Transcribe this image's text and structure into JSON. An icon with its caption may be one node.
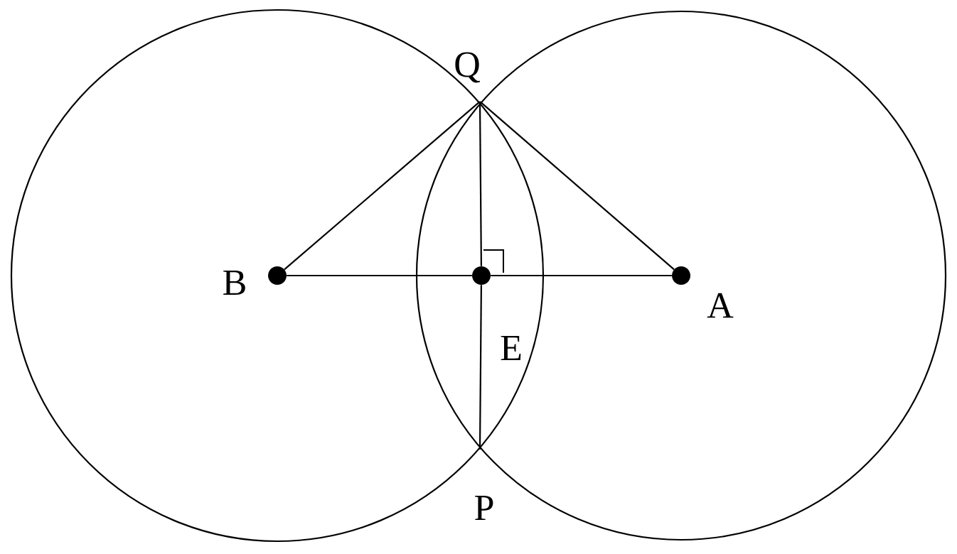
{
  "diagram": {
    "nodes": [
      {
        "text": [
          "Q"
        ]
      },
      {
        "text": [
          "B"
        ]
      },
      {
        "text": [
          "A"
        ]
      },
      {
        "text": [
          "E"
        ]
      },
      {
        "text": [
          "P"
        ]
      }
    ],
    "edges": [
      {
        "from": 0,
        "to": 1,
        "arrow": "none"
      },
      {
        "from": 0,
        "to": 2,
        "arrow": "none"
      },
      {
        "from": 1,
        "to": 3,
        "arrow": "none"
      },
      {
        "from": 3,
        "to": 2,
        "arrow": "none"
      },
      {
        "from": 0,
        "to": 3,
        "arrow": "none"
      },
      {
        "from": 3,
        "to": 4,
        "arrow": "none"
      }
    ]
  }
}
